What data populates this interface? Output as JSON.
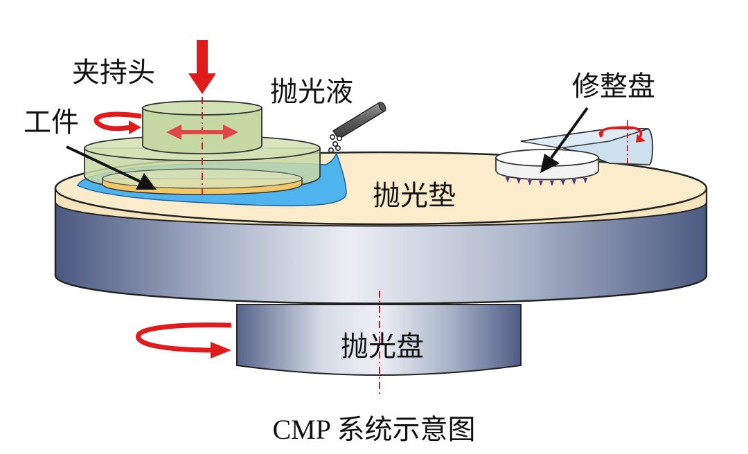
{
  "labels": {
    "holder": "夹持头",
    "workpiece": "工件",
    "slurry": "抛光液",
    "conditioner": "修整盘",
    "pad": "抛光垫",
    "platen": "抛光盘"
  },
  "caption": "CMP 系统示意图",
  "colors": {
    "arrow_red": "#e01b1b",
    "pad": "#fbeccb",
    "slurry": "#4fb4ee",
    "holder": "#c6d9a4",
    "wafer": "#f2c766",
    "platen": "#6d7ea0",
    "conditioner_arm": "#cde1ee"
  }
}
